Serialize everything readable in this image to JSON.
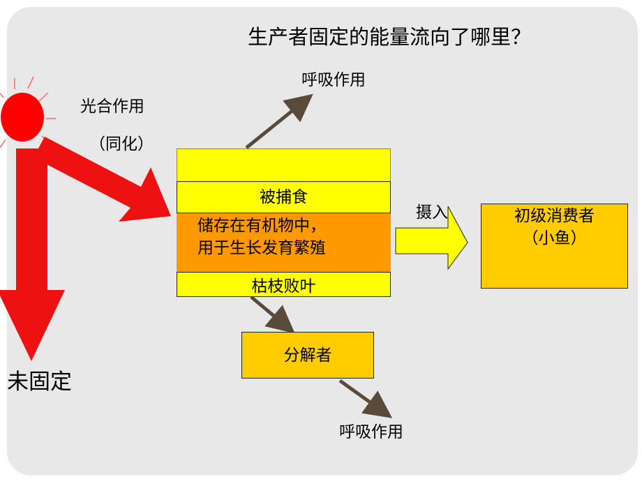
{
  "title": "生产者固定的能量流向了哪里？",
  "labels": {
    "respiration_top": "呼吸作用",
    "photosynthesis": "光合作用",
    "assimilation": "（同化）",
    "unfixed": "未固定",
    "intake": "摄入",
    "respiration_bottom": "呼吸作用"
  },
  "producer_box": {
    "preyed": "被捕食",
    "storage_line1": "储存在有机物中，",
    "storage_line2": "用于生长发育繁殖",
    "litter": "枯枝败叶"
  },
  "decomposer_box": {
    "label": "分解者"
  },
  "consumer_box": {
    "line1": "初级消费者",
    "line2": "（小鱼）"
  },
  "colors": {
    "sun": "#ff0000",
    "red_arrow": "#ee1111",
    "yellow": "#ffff00",
    "orange": "#ff9900",
    "gold": "#ffcc00",
    "thin_arrow": "#5a4a3a"
  },
  "icons": {
    "sun": "sun-icon"
  }
}
